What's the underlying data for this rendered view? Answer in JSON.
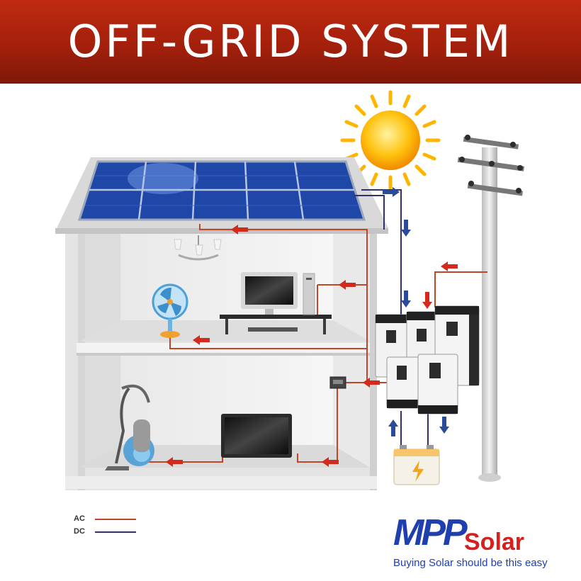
{
  "header": {
    "title": "OFF-GRID SYSTEM"
  },
  "legend": {
    "ac_label": "AC",
    "dc_label": "DC",
    "ac_color": "#c2452a",
    "dc_color": "#33306e"
  },
  "brand": {
    "mark": "MPP",
    "name": "Solar",
    "tagline": "Buying Solar should be this easy",
    "blue": "#1f3fae",
    "red": "#d6201f"
  },
  "colors": {
    "banner": "#a3200c",
    "arrow_ac": "#d42a1e",
    "arrow_dc": "#2a4a9a",
    "panel": "#1e47a8"
  }
}
